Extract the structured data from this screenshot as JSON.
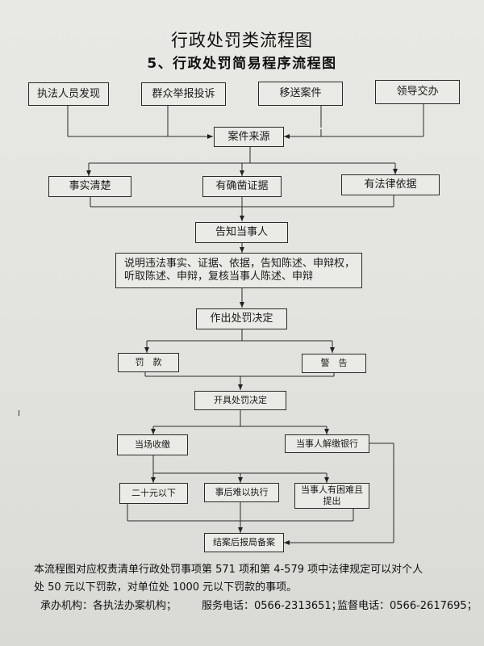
{
  "title": "行政处罚类流程图",
  "subtitle": "5、行政处罚简易程序流程图",
  "sources": [
    "执法人员发现",
    "群众举报投诉",
    "移送案件",
    "领导交办"
  ],
  "case_source": "案件来源",
  "conditions": [
    "事实清楚",
    "有确凿证据",
    "有法律依据"
  ],
  "notify": "告知当事人",
  "explain": [
    "说明违法事实、证据、依据，告知陈述、申辩权，",
    "听取陈述、申辩，复核当事人陈述、申辩"
  ],
  "decision": "作出处罚决定",
  "penalties": [
    "罚　款",
    "警　告"
  ],
  "issue_decision": "开具处罚决定",
  "payment": [
    "当场收缴",
    "当事人解缴银行"
  ],
  "cases": [
    "二十元以下",
    "事后难以执行",
    "当事人有困难且提出"
  ],
  "close": "结案后报局备案",
  "mark": "I",
  "footer": {
    "line1": "本流程图对应权责清单行政处罚事项第 571 项和第 4-579 项中法律规定可以对个人",
    "line2": "处 50 元以下罚款，对单位处 1000 元以下罚款的事项。",
    "agency": "承办机构：各执法办案机构；",
    "service_phone": "服务电话：0566-2313651；",
    "supervise_phone": "监督电话：0566-2617695；"
  }
}
